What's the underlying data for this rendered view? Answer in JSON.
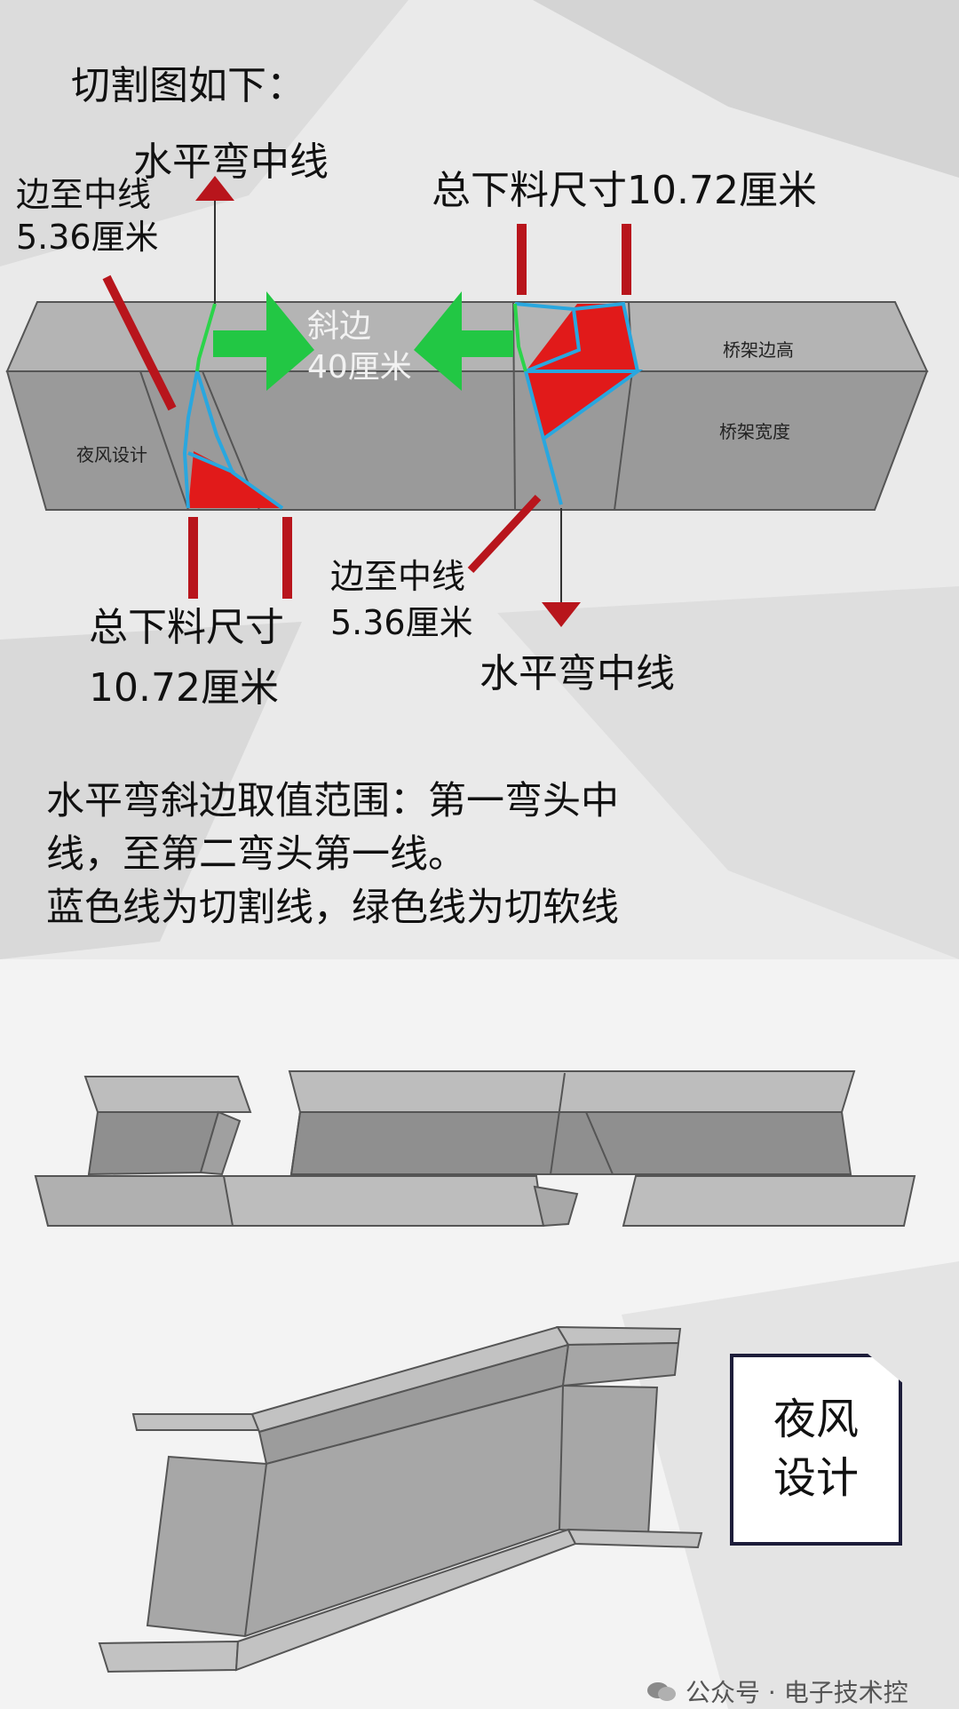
{
  "title": "切割图如下：",
  "labels": {
    "hbend_top": "水平弯中线",
    "edge_top_line1": "边至中线",
    "edge_top_line2": "5.36厘米",
    "total_top": "总下料尺寸10.72厘米",
    "bevel_line1": "斜边",
    "bevel_line2": "40厘米",
    "side_height": "桥架边高",
    "width": "桥架宽度",
    "brand_small": "夜风设计",
    "total_bottom_line1": "总下料尺寸",
    "total_bottom_line2": "10.72厘米",
    "edge_bottom_line1": "边至中线",
    "edge_bottom_line2": "5.36厘米",
    "hbend_bottom": "水平弯中线"
  },
  "description": {
    "line1": "水平弯斜边取值范围：第一弯头中",
    "line2": "线，至第二弯头第一线。",
    "line3": "蓝色线为切割线，绿色线为切软线"
  },
  "stamp": {
    "line1": "夜风",
    "line2": "设计"
  },
  "watermark": "公众号 · 电子技术控",
  "colors": {
    "cut_line": "#29a7df",
    "soft_cut_line": "#2bd44a",
    "removed_area": "#e11a1a",
    "marker": "#b8151c",
    "tray_face": "#9a9a9a",
    "tray_top": "#b7b7b7"
  }
}
